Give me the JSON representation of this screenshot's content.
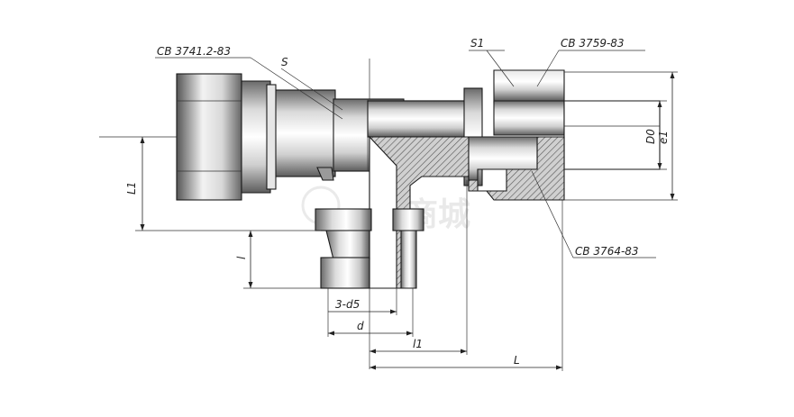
{
  "labels": {
    "std_left": "CB 3741.2-83",
    "std_top_right": "CB 3759-83",
    "std_bottom_right": "CB 3764-83",
    "s": "S",
    "s1": "S1",
    "L1": "L1",
    "l": "l",
    "d5": "3-d5",
    "d": "d",
    "l1": "l1",
    "L": "L",
    "D0": "D0",
    "e1": "e1"
  },
  "watermark": "商城",
  "colors": {
    "line": "#1a1a1a",
    "hatch": "#555555",
    "steel_dark": "#5a5a5a",
    "steel_light": "#f2f2f2"
  }
}
